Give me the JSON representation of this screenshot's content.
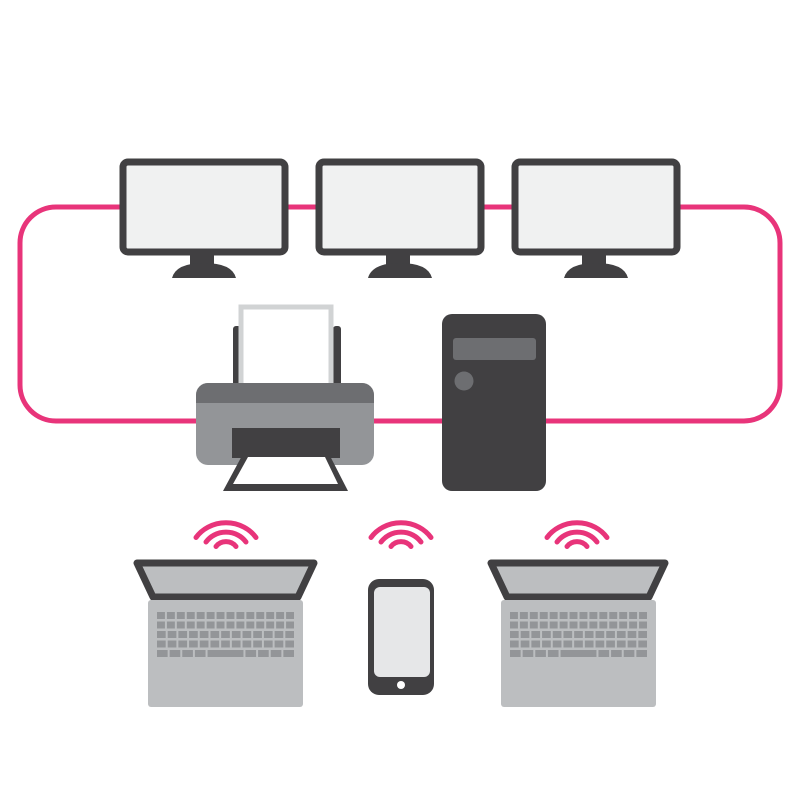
{
  "colors": {
    "network_line": "#e8347a",
    "device_dark": "#414042",
    "device_mid": "#6d6e71",
    "device_gray": "#939598",
    "laptop_body": "#bcbec0",
    "screen_light": "#f0f1f1",
    "phone_screen": "#e6e7e8",
    "paper_border": "#d1d3d4"
  },
  "devices": {
    "monitors": 3,
    "printer": 1,
    "tower": 1,
    "laptops": 2,
    "phones": 1
  },
  "wireless_icons": [
    "wifi-icon",
    "wifi-icon",
    "wifi-icon"
  ]
}
